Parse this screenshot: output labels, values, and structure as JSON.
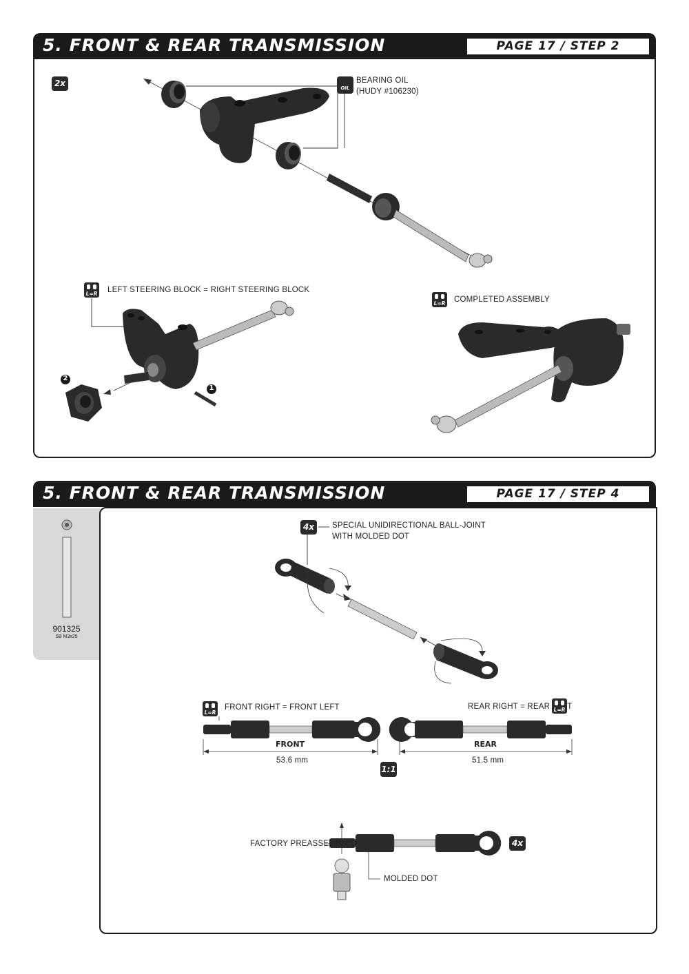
{
  "step2": {
    "title": "5. FRONT & REAR TRANSMISSION",
    "page_label": "PAGE 17 / STEP 2",
    "qty_badge": "2x",
    "oil_icon_label": "OIL",
    "bearing_oil_line1": "BEARING OIL",
    "bearing_oil_line2": "(HUDY #106230)",
    "lr_icon_label": "L=R",
    "left_steering_label": "LEFT STEERING BLOCK = RIGHT STEERING BLOCK",
    "completed_label": "COMPLETED ASSEMBLY",
    "marker_1": "1",
    "marker_2": "2"
  },
  "step4": {
    "title": "5. FRONT & REAR TRANSMISSION",
    "page_label": "PAGE 17 / STEP 4",
    "qty_badge_top": "4x",
    "balljoint_line1": "SPECIAL  UNIDIRECTIONAL  BALL-JOINT",
    "balljoint_line2": "WITH MOLDED DOT",
    "front_label": "FRONT RIGHT = FRONT LEFT",
    "rear_label": "REAR RIGHT = REAR LEFT",
    "lr_icon_label": "L=R",
    "front_word": "FRONT",
    "rear_word": "REAR",
    "front_length": "53.6 mm",
    "rear_length": "51.5 mm",
    "scale_badge": "1:1",
    "factory_label": "FACTORY PREASSEMBLED",
    "molded_dot_label": "MOLDED DOT",
    "qty_badge_bottom": "4x"
  },
  "sidebar": {
    "part_number": "901325",
    "part_desc": "SB M3x25"
  }
}
